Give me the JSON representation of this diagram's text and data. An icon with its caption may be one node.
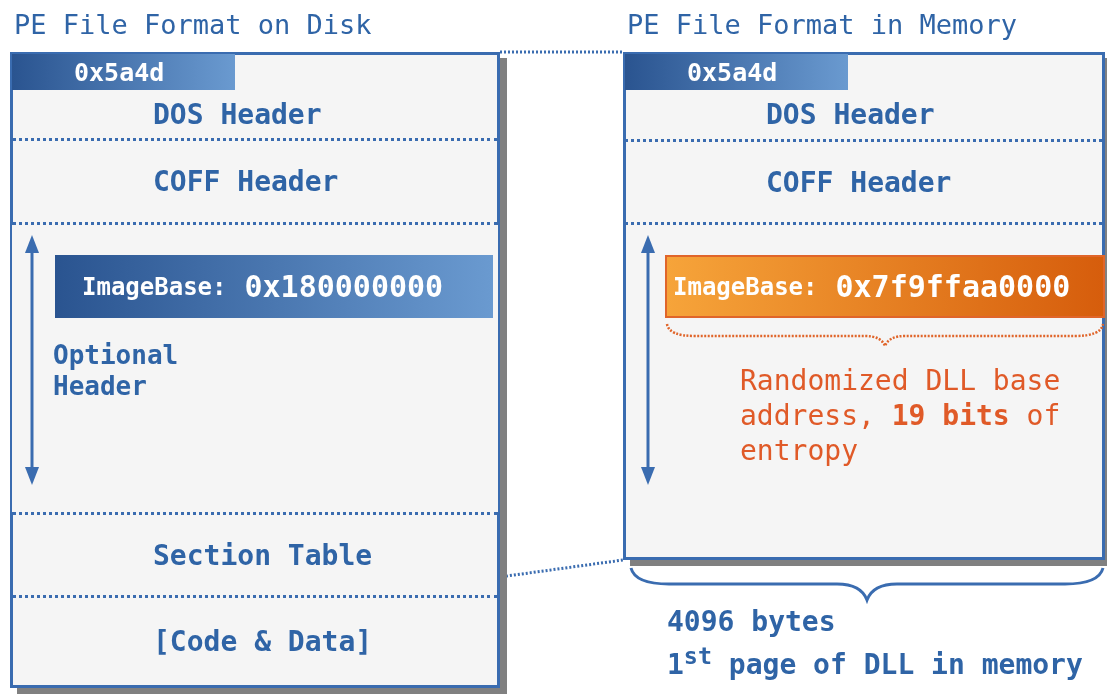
{
  "diagram": {
    "nodes": [
      {
        "text": [
          "PE File Format on Disk"
        ]
      },
      {
        "text": [
          "0x5a4d"
        ],
        "in": 0
      },
      {
        "text": [
          "DOS Header"
        ],
        "in": 0
      },
      {
        "text": [
          "COFF Header"
        ],
        "in": 0
      },
      {
        "text": [
          "Optional Header"
        ],
        "in": 0
      },
      {
        "text": [
          "ImageBase:",
          "0x180000000"
        ],
        "in": 4
      },
      {
        "text": [
          "Section Table"
        ],
        "in": 0
      },
      {
        "text": [
          "[Code & Data]"
        ],
        "in": 0
      },
      {
        "text": [
          "PE File Format in Memory"
        ],
        "beside": [
          "4096 bytes",
          "1$^{st}$ page of DLL in memory"
        ]
      },
      {
        "text": [
          "0x5a4d"
        ],
        "in": 8
      },
      {
        "text": [
          "DOS Header"
        ],
        "in": 8
      },
      {
        "text": [
          "COFF Header"
        ],
        "in": 8
      },
      {
        "text": [
          "ImageBase:",
          "0x7f9ffaa0000"
        ],
        "in": 8,
        "beside": [
          "Randomized DLL base address, **19 bits** of entropy"
        ]
      }
    ],
    "edges": [
      {
        "from": 0,
        "to": 8,
        "arrow": "none",
        "style": "dashed"
      },
      {
        "from": 6,
        "to": 8,
        "arrow": "none",
        "style": "dashed"
      }
    ]
  }
}
